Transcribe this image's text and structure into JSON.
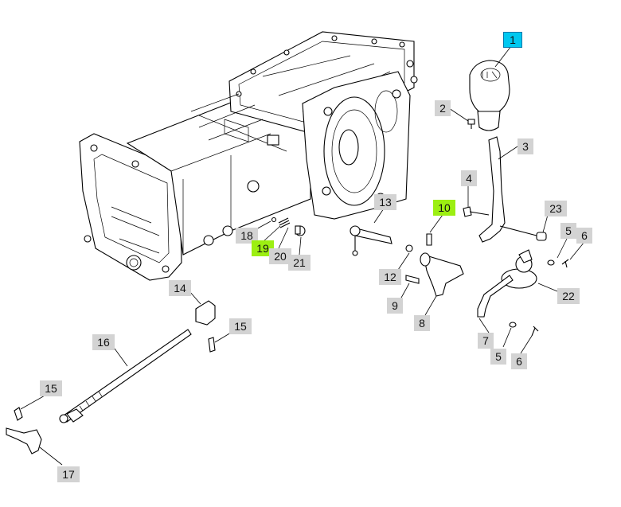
{
  "diagram": {
    "highlight_colors": {
      "selected": "#00c8f0",
      "related": "#9cef12",
      "default": "#d3d3d3"
    },
    "callouts": [
      {
        "id": "c1",
        "label": "1",
        "state": "selected"
      },
      {
        "id": "c2",
        "label": "2",
        "state": "default"
      },
      {
        "id": "c3",
        "label": "3",
        "state": "default"
      },
      {
        "id": "c4",
        "label": "4",
        "state": "default"
      },
      {
        "id": "c10",
        "label": "10",
        "state": "related"
      },
      {
        "id": "c13",
        "label": "13",
        "state": "default"
      },
      {
        "id": "c23",
        "label": "23",
        "state": "default"
      },
      {
        "id": "c5a",
        "label": "5",
        "state": "default"
      },
      {
        "id": "c6a",
        "label": "6",
        "state": "default"
      },
      {
        "id": "c18",
        "label": "18",
        "state": "default"
      },
      {
        "id": "c19",
        "label": "19",
        "state": "related"
      },
      {
        "id": "c20",
        "label": "20",
        "state": "default"
      },
      {
        "id": "c21",
        "label": "21",
        "state": "default"
      },
      {
        "id": "c12",
        "label": "12",
        "state": "default"
      },
      {
        "id": "c22",
        "label": "22",
        "state": "default"
      },
      {
        "id": "c9",
        "label": "9",
        "state": "default"
      },
      {
        "id": "c14",
        "label": "14",
        "state": "default"
      },
      {
        "id": "c8",
        "label": "8",
        "state": "default"
      },
      {
        "id": "c15a",
        "label": "15",
        "state": "default"
      },
      {
        "id": "c7",
        "label": "7",
        "state": "default"
      },
      {
        "id": "c16",
        "label": "16",
        "state": "default"
      },
      {
        "id": "c5b",
        "label": "5",
        "state": "default"
      },
      {
        "id": "c6b",
        "label": "6",
        "state": "default"
      },
      {
        "id": "c15b",
        "label": "15",
        "state": "default"
      },
      {
        "id": "c17",
        "label": "17",
        "state": "default"
      }
    ]
  }
}
